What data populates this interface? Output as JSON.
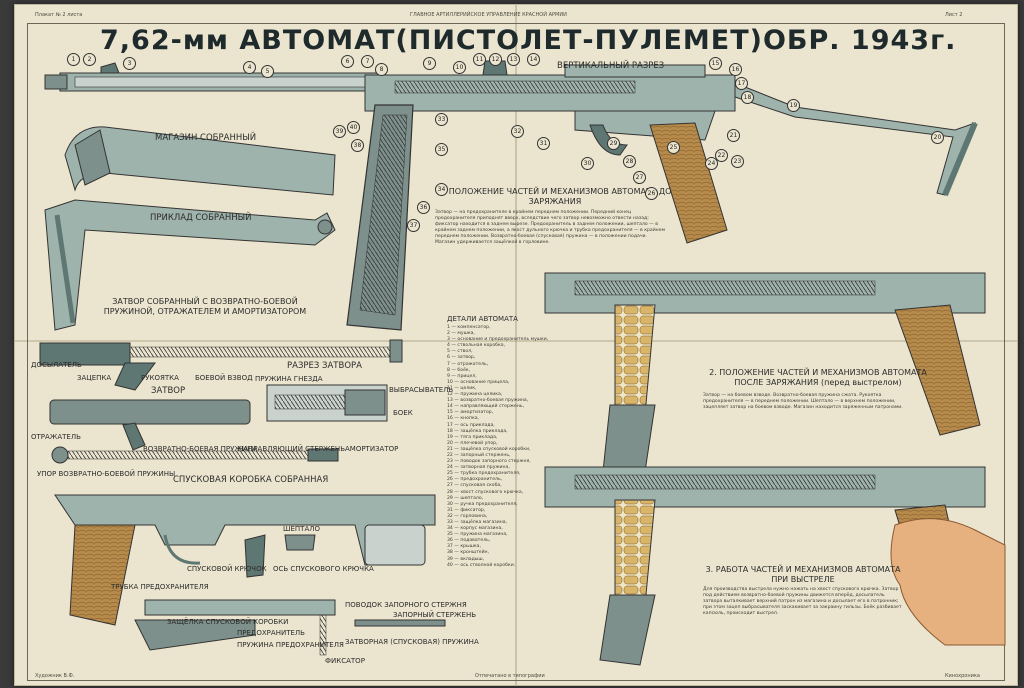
{
  "header": {
    "sheet_left": "Плакат № 2 листа",
    "center_line": "ГЛАВНОЕ АРТИЛЛЕРИЙСКОЕ УПРАВЛЕНИЕ КРАСНОЙ АРМИИ",
    "sheet_right": "Лист 2",
    "title": "7,62-мм АВТОМАТ(ПИСТОЛЕТ-ПУЛЕМЕТ)ОБР. 1943г."
  },
  "labels": {
    "vertical_section": "ВЕРТИКАЛЬНЫЙ РАЗРЕЗ",
    "magazine": "МАГАЗИН СОБРАННЫЙ",
    "stock": "ПРИКЛАД СОБРАННЫЙ",
    "bolt_assembly": "ЗАТВОР СОБРАННЫЙ С ВОЗВРАТНО-БОЕВОЙ ПРУЖИНОЙ, ОТРАЖАТЕЛЕМ И АМОРТИЗАТОРОМ",
    "bolt_section": "РАЗРЕЗ ЗАТВОРА",
    "bolt": "ЗАТВОР",
    "trigger_box": "СПУСКОВАЯ КОРОБКА СОБРАННАЯ",
    "parts_title": "ДЕТАЛИ АВТОМАТА",
    "pos1": "1. ПОЛОЖЕНИЕ ЧАСТЕЙ И МЕХАНИЗМОВ АВТОМАТА ДО ЗАРЯЖАНИЯ",
    "pos2": "2. ПОЛОЖЕНИЕ ЧАСТЕЙ И МЕХАНИЗМОВ АВТОМАТА ПОСЛЕ ЗАРЯЖАНИЯ (перед выстрелом)",
    "pos3": "3. РАБОТА ЧАСТЕЙ И МЕХАНИЗМОВ АВТОМАТА ПРИ ВЫСТРЕЛЕ",
    "part_labels": {
      "dosylatel": "ДОСЫЛАТЕЛЬ",
      "zatseika": "ЗАЦЕПКА",
      "rukoyatka": "РУКОЯТКА",
      "boevoy_vzvod": "БОЕВОЙ ВЗВОД",
      "pruzhina_gnezda": "ПРУЖИНА ГНЕЗДА",
      "vybrasyvatel": "ВЫБРАСЫВАТЕЛЬ",
      "boek": "БОЕК",
      "otrazhatel": "ОТРАЖАТЕЛЬ",
      "vozvratno_boevaya": "ВОЗВРАТНО-БОЕВАЯ ПРУЖИНА",
      "napravlyayushchiy": "НАПРАВЛЯЮЩИЙ СТЕРЖЕНЬ",
      "amortizator": "АМОРТИЗАТОР",
      "upor": "УПОР ВОЗВРАТНО-БОЕВОЙ ПРУЖИНЫ",
      "shepthalo": "ШЕПТАЛО",
      "spuskovoy_kryuchok": "СПУСКОВОЙ КРЮЧОК",
      "os_kryuchka": "ОСЬ СПУСКОВОГО КРЮЧКА",
      "trubka": "ТРУБКА ПРЕДОХРАНИТЕЛЯ",
      "zashchelka": "ЗАЩЁЛКА СПУСКОВОЙ КОРОБКИ",
      "predokhranitel": "ПРЕДОХРАНИТЕЛЬ",
      "pruzhina_predokhr": "ПРУЖИНА ПРЕДОХРАНИТЕЛЯ",
      "povodok": "ПОВОДОК ЗАПОРНОГО СТЕРЖНЯ",
      "zapornyy_sterzhen": "ЗАПОРНЫЙ СТЕРЖЕНЬ",
      "zatvornaya_pruzhina": "ЗАТВОРНАЯ (СПУСКОВАЯ) ПРУЖИНА",
      "fiksator": "ФИКСАТОР"
    }
  },
  "paragraphs": {
    "pos1_text": "Затвор — на предохранителе в крайнем переднем положении. Передний конец предохранителя приподнят вверх, вследствие чего затвор невозможно отвести назад; фиксатор находится в заднем вырезе. Предохранитель в заднем положении, шептало — в крайнем заднем положении, а якост дульного крючка и трубка предохранителя — в крайнем переднем положении. Возвратно-боевая (спусковая) пружина — в положении подачи. Магазин удерживается защёлкой в горловине.",
    "pos2_text": "Затвор — на боевом взводе. Возвратно-боевая пружина сжата. Рукоятка предохранителя — в переднем положении. Шептало — в верхнем положении, зацепляет затвор на боевом взводе. Магазин находится заряженным патронами.",
    "pos3_text": "Для производства выстрела нужно нажать на хвост спускового крючка. Затвор под действием возвратно-боевой пружины движется вперёд, досылатель затвора выталкивает верхний патрон из магазина и досылает его в патронник; при этом зацеп выбрасывателя заскакивает за закраину гильзы. Боёк разбивает капсюль, происходит выстрел."
  },
  "parts_list": [
    "1 — компенсатор,",
    "2 — мушка,",
    "3 — основание и предохранитель мушки,",
    "4 — ствольная коробка,",
    "5 — ствол,",
    "6 — затвор,",
    "7 — отражатель,",
    "8 — боёк,",
    "9 — прицел,",
    "10 — основание прицела,",
    "11 — целик,",
    "12 — пружина целика,",
    "13 — возвратно-боевая пружина,",
    "14 — направляющий стержень,",
    "15 — амортизатор,",
    "16 — кнопка,",
    "17 — ось приклада,",
    "18 — защёлка приклада,",
    "19 — тяга приклада,",
    "20 — плечевой упор,",
    "21 — защёлка спусковой коробки,",
    "22 — запорный стержень,",
    "23 — поводок запорного стержня,",
    "24 — затворная пружина,",
    "25 — трубка предохранителя,",
    "26 — предохранитель,",
    "27 — спусковая скоба,",
    "28 — хвост спускового крючка,",
    "29 — шептало,",
    "30 — ручка предохранителя,",
    "31 — фиксатор,",
    "32 — горловина,",
    "33 — защёлка магазина,",
    "34 — корпус магазина,",
    "35 — пружина магазина,",
    "36 — подаватель,",
    "37 — крышка,",
    "38 — кронштейн,",
    "39 — вкладыш,",
    "40 — ось стволной коробки."
  ],
  "callout_numbers": [
    "1",
    "2",
    "3",
    "4",
    "5",
    "6",
    "7",
    "8",
    "9",
    "10",
    "11",
    "12",
    "13",
    "14",
    "15",
    "16",
    "17",
    "18",
    "19",
    "20",
    "21",
    "22",
    "23",
    "24",
    "25",
    "26",
    "27",
    "28",
    "29",
    "30",
    "31",
    "32",
    "33",
    "34",
    "35",
    "36",
    "37",
    "38",
    "39",
    "40"
  ],
  "footer": {
    "left": "Художник В.Ф.",
    "center": "Отпечатано в типографии",
    "right": "Кинохроника"
  },
  "colors": {
    "paper": "#ebe5cf",
    "metal": "#9fb3ad",
    "metal_dark": "#5f7772",
    "wood": "#b58a4a",
    "brass": "#d9b56a",
    "skin": "#e6b07f",
    "ink": "#1f2a2c"
  }
}
